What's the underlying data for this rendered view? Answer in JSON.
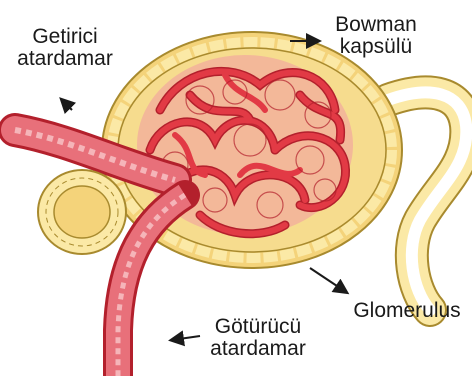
{
  "labels": {
    "afferent": [
      "Getirici",
      "atardamar"
    ],
    "bowman": [
      "Bowman",
      "kapsülü"
    ],
    "glomerulus": [
      "Glomerulus"
    ],
    "efferent": [
      "Götürücü",
      "atardamar"
    ]
  },
  "colors": {
    "capsule_fill": "#f4d37a",
    "capsule_cells": "#fbe9a6",
    "capsule_outline": "#a88a2e",
    "capillary": "#e23a45",
    "capillary_dark": "#b3202c",
    "vessel": "#e8707a",
    "vessel_light": "#f5b5b9",
    "tubule": "#fbe9a6",
    "arrow": "#1a1a1a"
  }
}
